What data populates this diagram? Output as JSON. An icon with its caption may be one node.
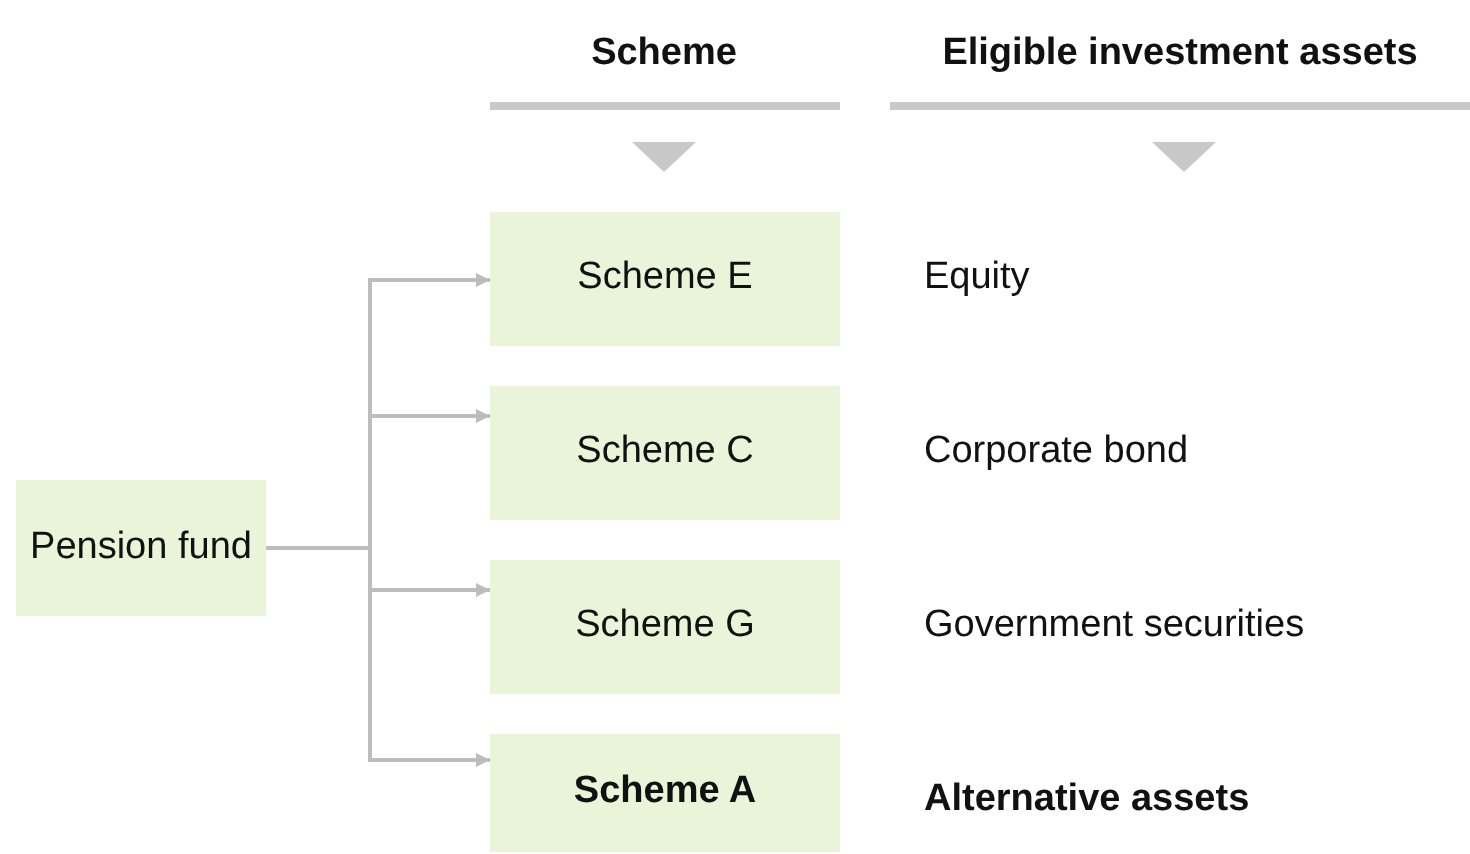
{
  "diagram": {
    "nodes": [
      {
        "text": [
          "Pension fund"
        ]
      },
      {
        "text": [
          "Scheme E"
        ]
      },
      {
        "text": [
          "Scheme C"
        ]
      },
      {
        "text": [
          "Scheme G"
        ]
      },
      {
        "text": [
          "Scheme A"
        ]
      }
    ],
    "edges": [
      {
        "from": 0,
        "to": 1,
        "arrow": "to"
      },
      {
        "from": 0,
        "to": 2,
        "arrow": "to"
      },
      {
        "from": 0,
        "to": 3,
        "arrow": "to"
      },
      {
        "from": 0,
        "to": 4,
        "arrow": "to"
      }
    ],
    "labels": [
      "Scheme",
      "Eligible investment assets",
      "Equity",
      "Corporate bond",
      "Government securities",
      "Alternative assets"
    ]
  }
}
